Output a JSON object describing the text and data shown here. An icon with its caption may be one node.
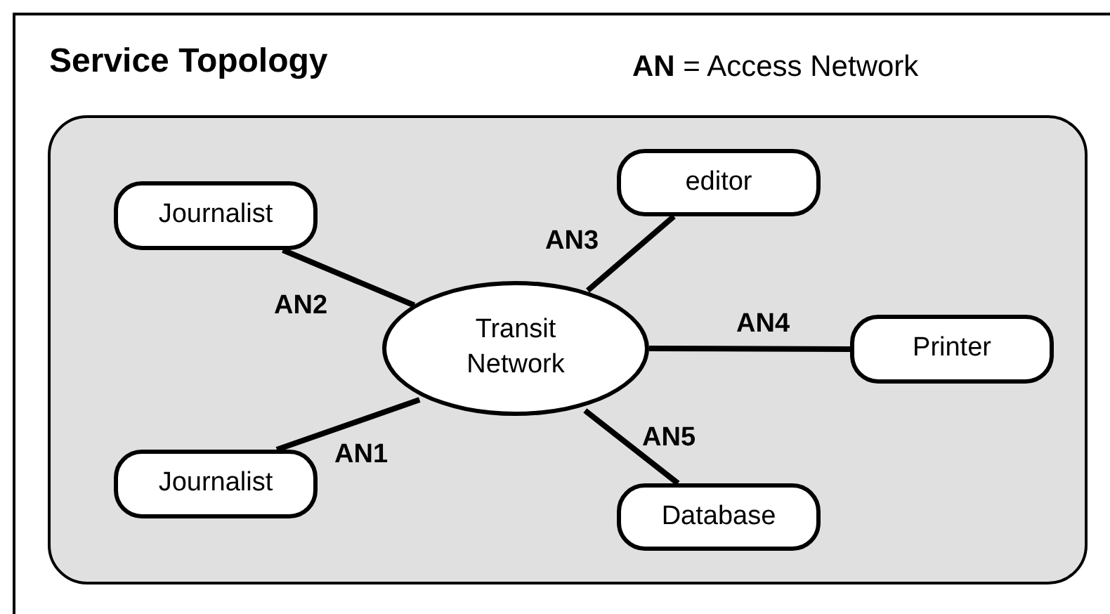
{
  "diagram": {
    "title": "Service Topology",
    "nodes": [
      {
        "text": [],
        "shape": "box"
      },
      {
        "text": [
          "Journalist"
        ],
        "in": 0
      },
      {
        "text": [
          "editor"
        ],
        "in": 0
      },
      {
        "text": [
          "Transit Network"
        ],
        "in": 0
      },
      {
        "text": [
          "Printer"
        ],
        "in": 0
      },
      {
        "text": [
          "Journalist"
        ],
        "in": 0
      },
      {
        "text": [
          "Database"
        ],
        "in": 0
      }
    ],
    "edges": [
      {
        "from": 3,
        "to": 1,
        "arrow": "none",
        "label": "AN2"
      },
      {
        "from": 3,
        "to": 2,
        "arrow": "none",
        "label": "AN3"
      },
      {
        "from": 3,
        "to": 4,
        "arrow": "none",
        "label": "AN4"
      },
      {
        "from": 3,
        "to": 5,
        "arrow": "none",
        "label": "AN1"
      },
      {
        "from": 3,
        "to": 6,
        "arrow": "none",
        "label": "AN5"
      }
    ],
    "labels": [
      "**AN** = Access Network"
    ]
  }
}
